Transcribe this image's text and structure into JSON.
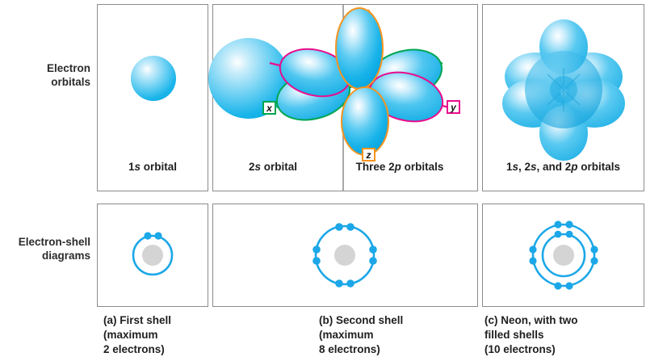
{
  "figure": {
    "row_labels": {
      "orbitals": "Electron\norbitals",
      "shells": "Electron-shell\ndiagrams"
    },
    "colors": {
      "orbital_blue": "#18b4ea",
      "axis_x_green": "#00a651",
      "axis_y_magenta": "#ea0b8c",
      "axis_z_orange": "#f7941e",
      "electron_blue": "#1ba7e8",
      "nucleus_gray": "#d4d4d4",
      "panel_border": "#8c8c8c",
      "text": "#1f1f1f"
    }
  },
  "orbitals_row": {
    "panels": [
      {
        "id": "1s",
        "caption_prefix": "1",
        "caption_italic": "s",
        "caption_suffix": " orbital",
        "caption_full": "1s orbital"
      },
      {
        "id": "2s",
        "caption_prefix": "2",
        "caption_italic": "s",
        "caption_suffix": " orbital",
        "caption_full": "2s orbital"
      },
      {
        "id": "2p",
        "caption_prefix": "Three 2",
        "caption_italic": "p",
        "caption_suffix": " orbitals",
        "caption_full": "Three 2p orbitals"
      },
      {
        "id": "combined",
        "caption_full": "1s, 2s, and 2p orbitals"
      }
    ],
    "axes": [
      {
        "name": "x",
        "label": "x",
        "color": "#00a651"
      },
      {
        "name": "y",
        "label": "y",
        "color": "#ea0b8c"
      },
      {
        "name": "z",
        "label": "z",
        "color": "#f7941e"
      }
    ]
  },
  "shell_row": {
    "diagrams": [
      {
        "id": "first-shell",
        "shells": 1,
        "electrons": [
          2
        ],
        "total_electrons": 2
      },
      {
        "id": "second-shell",
        "shells": 1,
        "electrons": [
          8
        ],
        "total_electrons": 8
      },
      {
        "id": "neon",
        "shells": 2,
        "electrons": [
          2,
          8
        ],
        "total_electrons": 10
      }
    ]
  },
  "captions": {
    "a": "(a) First shell\n (maximum\n 2 electrons)",
    "b": "(b) Second shell\n (maximum\n 8 electrons)",
    "c": "(c) Neon, with two\n filled shells\n (10 electrons)"
  },
  "chart_data": {
    "type": "diagram",
    "title": "Electron orbitals and electron-shell diagrams",
    "rows": [
      "Electron orbitals",
      "Electron-shell diagrams"
    ],
    "columns": [
      "First shell",
      "Second shell",
      "Neon"
    ],
    "orbital_panels": [
      {
        "label": "1s orbital",
        "shape": "sphere",
        "radius_px": 28
      },
      {
        "label": "2s orbital",
        "shape": "sphere",
        "radius_px": 50
      },
      {
        "label": "Three 2p orbitals",
        "shape": "three-dumbbells",
        "axes": [
          "x",
          "y",
          "z"
        ]
      },
      {
        "label": "1s, 2s, and 2p orbitals",
        "shape": "composite"
      }
    ],
    "shell_diagrams": [
      {
        "label": "(a) First shell (maximum 2 electrons)",
        "shells": [
          2
        ]
      },
      {
        "label": "(b) Second shell (maximum 8 electrons)",
        "shells": [
          8
        ]
      },
      {
        "label": "(c) Neon, with two filled shells (10 electrons)",
        "shells": [
          2,
          8
        ]
      }
    ]
  }
}
